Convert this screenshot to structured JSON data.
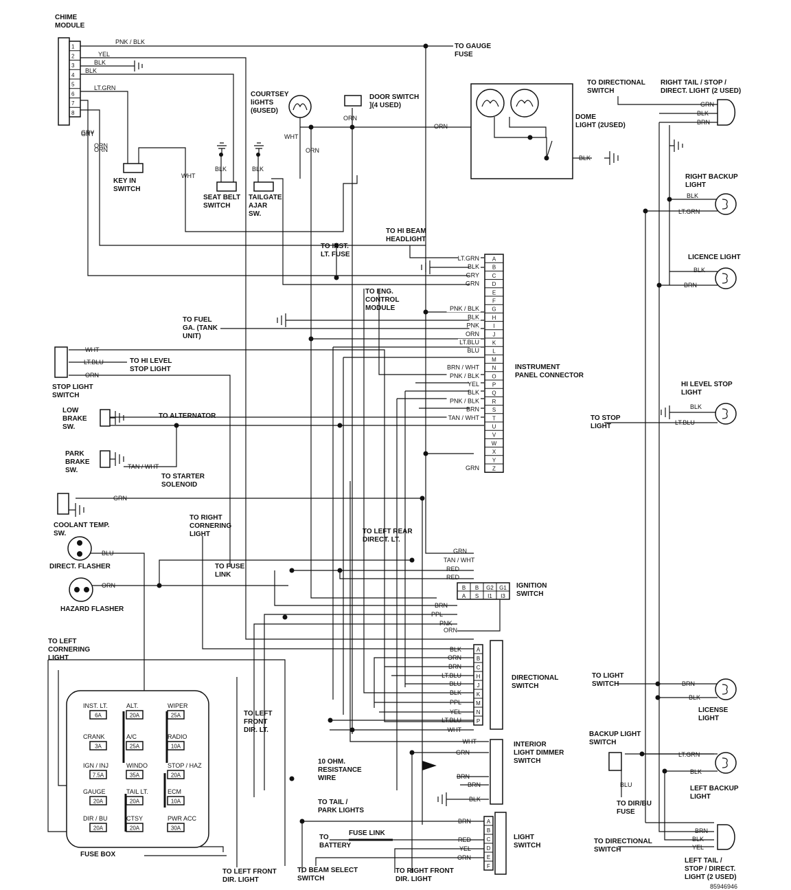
{
  "components": {
    "chime_module": [
      "CHIME",
      "MODULE"
    ],
    "courtesy_lights": [
      "COURTSEY",
      "liGHTS",
      "(6USED)"
    ],
    "door_switch": [
      "DOOR SWITCH",
      "](4 USED)"
    ],
    "dome_light": [
      "DOME",
      "LIGHT (2USED)"
    ],
    "to_directional_switch_top": [
      "TO DIRECTIONAL",
      "SWITCH"
    ],
    "right_tail_light": [
      "RIGHT TAIL / STOP /",
      "DIRECT. LIGHT (2 USED)"
    ],
    "key_in_switch": [
      "KEY IN",
      "SWITCH"
    ],
    "seat_belt_switch": [
      "SEAT BELT",
      "SWITCH"
    ],
    "tailgate_ajar": [
      "TAILGATE",
      "AJAR",
      "SW."
    ],
    "right_backup_light": [
      "RIGHT BACKUP",
      "LIGHT"
    ],
    "licence_light": [
      "LICENCE LIGHT"
    ],
    "to_hi_beam": [
      "TO HI BEAM",
      "HEADLIGHT"
    ],
    "to_inst_fuse": [
      "TO INST.",
      "LT. FUSE"
    ],
    "to_eng_module": [
      "TO ENG.",
      "CONTROL",
      "MODULE"
    ],
    "to_fuel_gauge": [
      "TO FUEL",
      "GA. (TANK",
      "UNIT)"
    ],
    "instrument_panel_connector": [
      "INSTRUMENT",
      "PANEL CONNECTOR"
    ],
    "stop_light_switch": [
      "STOP LIGHT",
      "SWITCH"
    ],
    "to_hi_level_stop": [
      "TO HI LEVEL",
      "STOP LIGHT"
    ],
    "low_brake_sw": [
      "LOW",
      "BRAKE",
      "SW."
    ],
    "to_alternator": [
      "TO ALTERNATOR"
    ],
    "park_brake_sw": [
      "PARK",
      "BRAKE",
      "SW."
    ],
    "to_starter": [
      "TO STARTER",
      "SOLENOID"
    ],
    "hi_level_stop_light": [
      "HI LEVEL STOP",
      "LIGHT"
    ],
    "to_stop_light": [
      "TO STOP",
      "LIGHT"
    ],
    "coolant_temp_sw": [
      "COOLANT TEMP.",
      "SW."
    ],
    "to_right_cornering": [
      "TO RIGHT",
      "CORNERING",
      "LIGHT"
    ],
    "to_left_rear": [
      "TO LEFT REAR",
      "DIRECT. LT."
    ],
    "direct_flasher": [
      "DIRECT. FLASHER"
    ],
    "to_fuse_link": [
      "TO FUSE",
      "LINK"
    ],
    "ignition_switch": [
      "IGNITION",
      "SWITCH"
    ],
    "hazard_flasher": [
      "HAZARD FLASHER"
    ],
    "to_left_cornering": [
      "TO LEFT",
      "CORNERING",
      "LIGHT"
    ],
    "directional_switch": [
      "DIRECTIONAL",
      "SWITCH"
    ],
    "to_light_switch": [
      "TO LIGHT",
      "SWITCH"
    ],
    "license_light": [
      "LICENSE",
      "LIGHT"
    ],
    "to_left_front_dir_mid": [
      "TO LEFT",
      "FRONT",
      "DIR. LT."
    ],
    "interior_dimmer": [
      "INTERIOR",
      "LIGHT DIMMER",
      "SWITCH"
    ],
    "backup_light_switch": [
      "BACKUP LIGHT",
      "SWITCH"
    ],
    "ten_ohm": [
      "10 OHM.",
      "RESISTANCE",
      "WIRE"
    ],
    "left_backup_light": [
      "LEFT BACKUP",
      "LIGHT"
    ],
    "to_dir_bu_fuse": [
      "TO DIR/BU",
      "FUSE"
    ],
    "to_tail_park": [
      "TO TAIL /",
      "PARK LIGHTS"
    ],
    "fuse_link": [
      "FUSE LINK"
    ],
    "to_battery": [
      "TO",
      "BATTERY"
    ],
    "light_switch": [
      "LIGHT",
      "SWITCH"
    ],
    "to_directional_switch_bottom": [
      "TO DIRECTIONAL",
      "SWITCH"
    ],
    "left_tail_light": [
      "LEFT TAIL /",
      "STOP / DIRECT.",
      "LIGHT (2 USED)"
    ],
    "fuse_box": [
      "FUSE BOX"
    ],
    "to_left_front_dir_bottom": [
      "TO LEFT FRONT",
      "DIR. LIGHT"
    ],
    "to_beam_select": [
      "TO BEAM SELECT",
      "SWITCH"
    ],
    "to_right_front_dir": [
      "TO RIGHT FRONT",
      "DIR. LIGHT"
    ],
    "to_gauge_fuse": [
      "TO GAUGE",
      "FUSE"
    ]
  },
  "chime_pins": [
    "1",
    "2",
    "3",
    "4",
    "5",
    "6",
    "7",
    "8"
  ],
  "chime_wires": [
    "PNK / BLK",
    "YEL",
    "BLK",
    "BLK",
    "LT.GRN",
    "GRY",
    "ORN"
  ],
  "ipc_pins": [
    "A",
    "B",
    "C",
    "D",
    "E",
    "F",
    "G",
    "H",
    "I",
    "J",
    "K",
    "L",
    "M",
    "N",
    "O",
    "P",
    "Q",
    "R",
    "S",
    "T",
    "U",
    "V",
    "W",
    "X",
    "Y",
    "Z"
  ],
  "ipc_wires": [
    {
      "pin": "A",
      "color": "LT.GRN"
    },
    {
      "pin": "B",
      "color": "BLK"
    },
    {
      "pin": "C",
      "color": "GRY"
    },
    {
      "pin": "D",
      "color": "GRN"
    },
    {
      "pin": "G",
      "color": "PNK / BLK"
    },
    {
      "pin": "H",
      "color": "BLK"
    },
    {
      "pin": "I",
      "color": "PNK"
    },
    {
      "pin": "J",
      "color": "ORN"
    },
    {
      "pin": "K",
      "color": "LT.BLU"
    },
    {
      "pin": "L",
      "color": "BLU"
    },
    {
      "pin": "N",
      "color": "BRN / WHT"
    },
    {
      "pin": "O",
      "color": "PNK / BLK"
    },
    {
      "pin": "P",
      "color": "YEL"
    },
    {
      "pin": "Q",
      "color": "BLK"
    },
    {
      "pin": "R",
      "color": "PNK / BLK"
    },
    {
      "pin": "S",
      "color": "BRN"
    },
    {
      "pin": "T",
      "color": "TAN / WHT"
    },
    {
      "pin": "Z",
      "color": "GRN"
    }
  ],
  "ignition_pins_top": [
    "B",
    "B",
    "G2",
    "G1"
  ],
  "ignition_pins_bottom": [
    "A",
    "S",
    "I1",
    "I3"
  ],
  "ignition_wires": [
    "GRN",
    "TAN / WHT",
    "RED",
    "RED",
    "BRN",
    "PPL",
    "PNK",
    "ORN"
  ],
  "dir_switch_pins": [
    "A",
    "B",
    "C",
    "H",
    "J",
    "K",
    "M",
    "N",
    "P"
  ],
  "dir_switch_wires": [
    "BLK",
    "ORN",
    "BRN",
    "LT.BLU",
    "BLU",
    "BLK",
    "PPL",
    "YEL",
    "LT.BLU",
    "WHT"
  ],
  "dimmer_wires": [
    "WHT",
    "GRN",
    "BRN",
    "BRN",
    "BLK"
  ],
  "light_switch_pins": [
    "A",
    "B",
    "C",
    "D",
    "E",
    "F"
  ],
  "light_switch_wires": [
    "BRN",
    "RED",
    "YEL",
    "ORN"
  ],
  "fuses": [
    {
      "name": "INST. LT.",
      "amp": "6A"
    },
    {
      "name": "ALT.",
      "amp": "20A"
    },
    {
      "name": "WIPER",
      "amp": "25A"
    },
    {
      "name": "CRANK",
      "amp": "3A"
    },
    {
      "name": "A/C",
      "amp": "25A"
    },
    {
      "name": "RADIO",
      "amp": "10A"
    },
    {
      "name": "IGN / INJ",
      "amp": "7.5A"
    },
    {
      "name": "WINDO",
      "amp": "35A"
    },
    {
      "name": "STOP / HAZ",
      "amp": "20A"
    },
    {
      "name": "GAUGE",
      "amp": "20A"
    },
    {
      "name": "TAIL LT.",
      "amp": "20A"
    },
    {
      "name": "ECM",
      "amp": "10A"
    },
    {
      "name": "DIR / BU",
      "amp": "20A"
    },
    {
      "name": "CTSY",
      "amp": "20A"
    },
    {
      "name": "PWR ACC",
      "amp": "30A"
    }
  ],
  "misc_wire_labels": {
    "wht_stop": "WHT",
    "ltblu_stop": "LT.BLU",
    "orn_stop": "ORN",
    "tan_wht_park": "TAN / WHT",
    "grn_coolant": "GRN",
    "blu_flasher": "BLU",
    "orn_flasher": "ORN",
    "gry_chime": "GRY",
    "orn_chime": "ORN",
    "wht_key": "WHT",
    "blk_seat": "BLK",
    "blk_tail": "BLK",
    "wht_courtesy": "WHT",
    "orn_courtesy": "ORN",
    "orn_door": "ORN",
    "orn_dome": "ORN",
    "blk_dome": "BLK",
    "blu_backup": "BLU",
    "rt_grn": "GRN",
    "rt_blk": "BLK",
    "rt_brn": "BRN",
    "rbu_blk": "BLK",
    "rbu_ltgrn": "LT.GRN",
    "lic_blk": "BLK",
    "lic_brn": "BRN",
    "hls_blk": "BLK",
    "hls_ltblu": "LT.BLU",
    "license_brn": "BRN",
    "license_blk": "BLK",
    "lbu_ltgrn": "LT.GRN",
    "lbu_blk": "BLK",
    "lt_brn": "BRN",
    "lt_blk": "BLK",
    "lt_yel": "YEL"
  },
  "part_number": "85946946"
}
